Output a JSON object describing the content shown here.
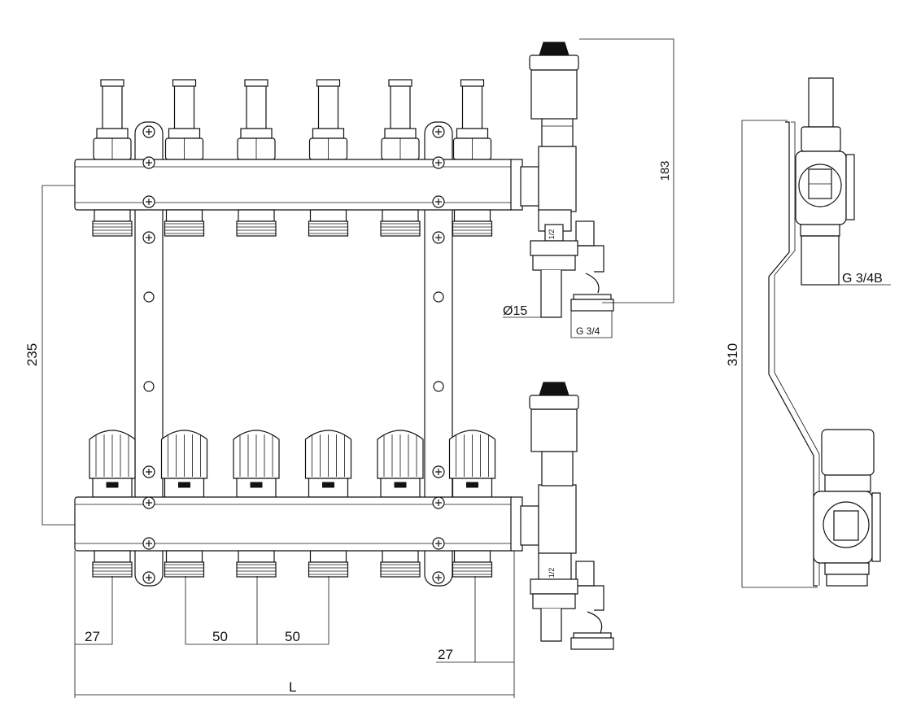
{
  "dimensions": {
    "height_top_to_bottom": "235",
    "vent_height": "183",
    "hose_diameter": "Ø15",
    "drain_thread": "G 3/4",
    "bracket_height": "310",
    "outlet_thread": "G 3/4B",
    "spacing_1": "50",
    "spacing_2": "50",
    "end_offset_left": "27",
    "end_offset_right": "27",
    "total_length": "L"
  },
  "valve_labels": {
    "upper": "1/2",
    "lower": "1/2"
  },
  "circuits": 6,
  "colors": {
    "line": "#111111",
    "background": "#ffffff"
  }
}
